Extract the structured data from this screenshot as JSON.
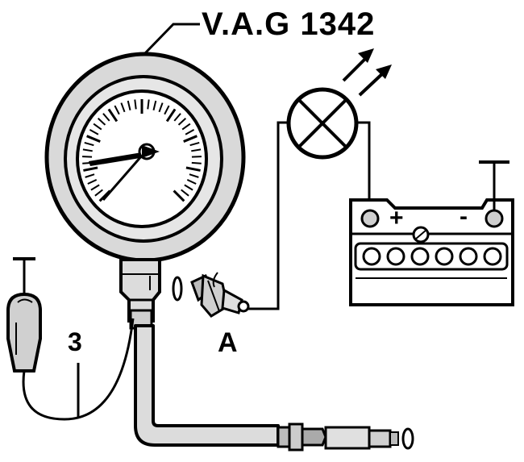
{
  "title": "V.A.G 1342",
  "labels": {
    "component_a": "A",
    "cable_number": "3",
    "battery_plus": "+",
    "battery_minus": "-"
  },
  "colors": {
    "ink": "#000000",
    "paper": "#ffffff",
    "rim_fill": "#d9d9d9"
  }
}
